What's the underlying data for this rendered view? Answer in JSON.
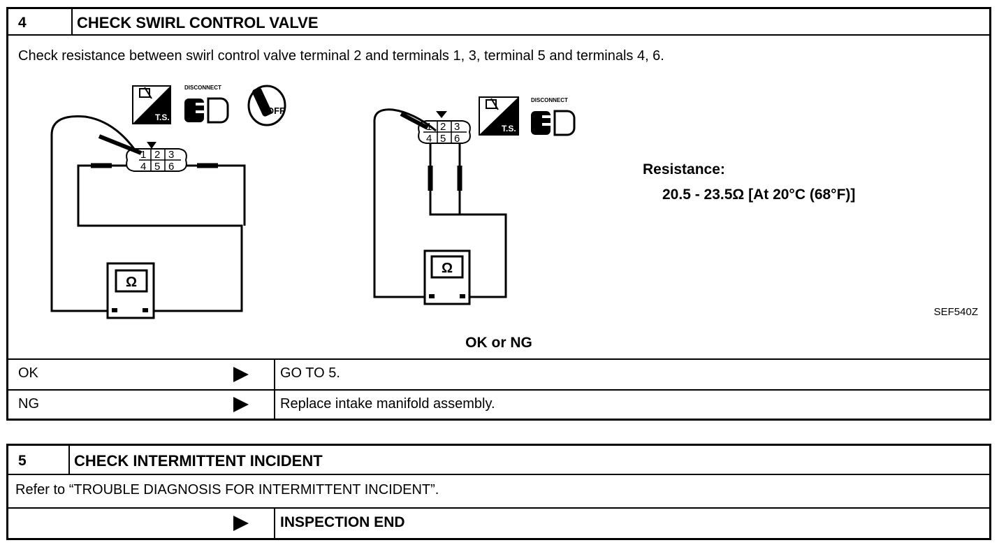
{
  "step4": {
    "number": "4",
    "title": "CHECK SWIRL CONTROL VALVE",
    "instruction": "Check resistance between swirl control valve terminal 2 and terminals 1, 3, terminal 5 and terminals 4, 6.",
    "icons": {
      "ts_label": "T.S.",
      "disconnect_label": "DISCONNECT",
      "off_label": "OFF"
    },
    "connector_terminals": [
      "1",
      "2",
      "3",
      "4",
      "5",
      "6"
    ],
    "meter_symbol": "Ω",
    "resistance_label": "Resistance:",
    "resistance_value": "20.5 - 23.5Ω [At 20°C (68°F)]",
    "figure_code": "SEF540Z",
    "result_prompt": "OK or NG",
    "results": [
      {
        "label": "OK",
        "action": "GO TO 5."
      },
      {
        "label": "NG",
        "action": "Replace intake manifold assembly."
      }
    ]
  },
  "step5": {
    "number": "5",
    "title": "CHECK INTERMITTENT INCIDENT",
    "instruction": "Refer to “TROUBLE DIAGNOSIS FOR INTERMITTENT INCIDENT”.",
    "result": {
      "label": "",
      "action": "INSPECTION END"
    }
  }
}
